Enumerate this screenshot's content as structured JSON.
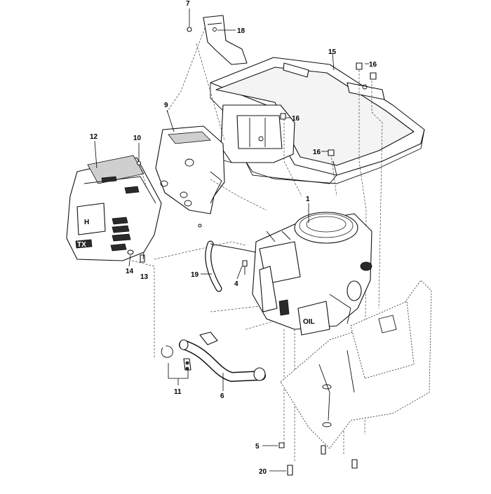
{
  "callouts": [
    {
      "id": "c7",
      "label": "7"
    },
    {
      "id": "c18",
      "label": "18"
    },
    {
      "id": "c15",
      "label": "15"
    },
    {
      "id": "c16a",
      "label": "16"
    },
    {
      "id": "c16b",
      "label": "16"
    },
    {
      "id": "c16c",
      "label": "16"
    },
    {
      "id": "c9",
      "label": "9"
    },
    {
      "id": "c12",
      "label": "12"
    },
    {
      "id": "c10",
      "label": "10"
    },
    {
      "id": "c1",
      "label": "1"
    },
    {
      "id": "c19",
      "label": "19"
    },
    {
      "id": "c4",
      "label": "4"
    },
    {
      "id": "c14",
      "label": "14"
    },
    {
      "id": "c13",
      "label": "13"
    },
    {
      "id": "c11",
      "label": "11"
    },
    {
      "id": "c6",
      "label": "6"
    },
    {
      "id": "c5",
      "label": "5"
    },
    {
      "id": "c20",
      "label": "20"
    }
  ],
  "part_markings": {
    "hood_logo": "H",
    "hood_badge": "TX",
    "engine_panel": "OIL"
  },
  "colors": {
    "line": "#111111",
    "background": "#ffffff",
    "shade": "#cfcfcf"
  }
}
